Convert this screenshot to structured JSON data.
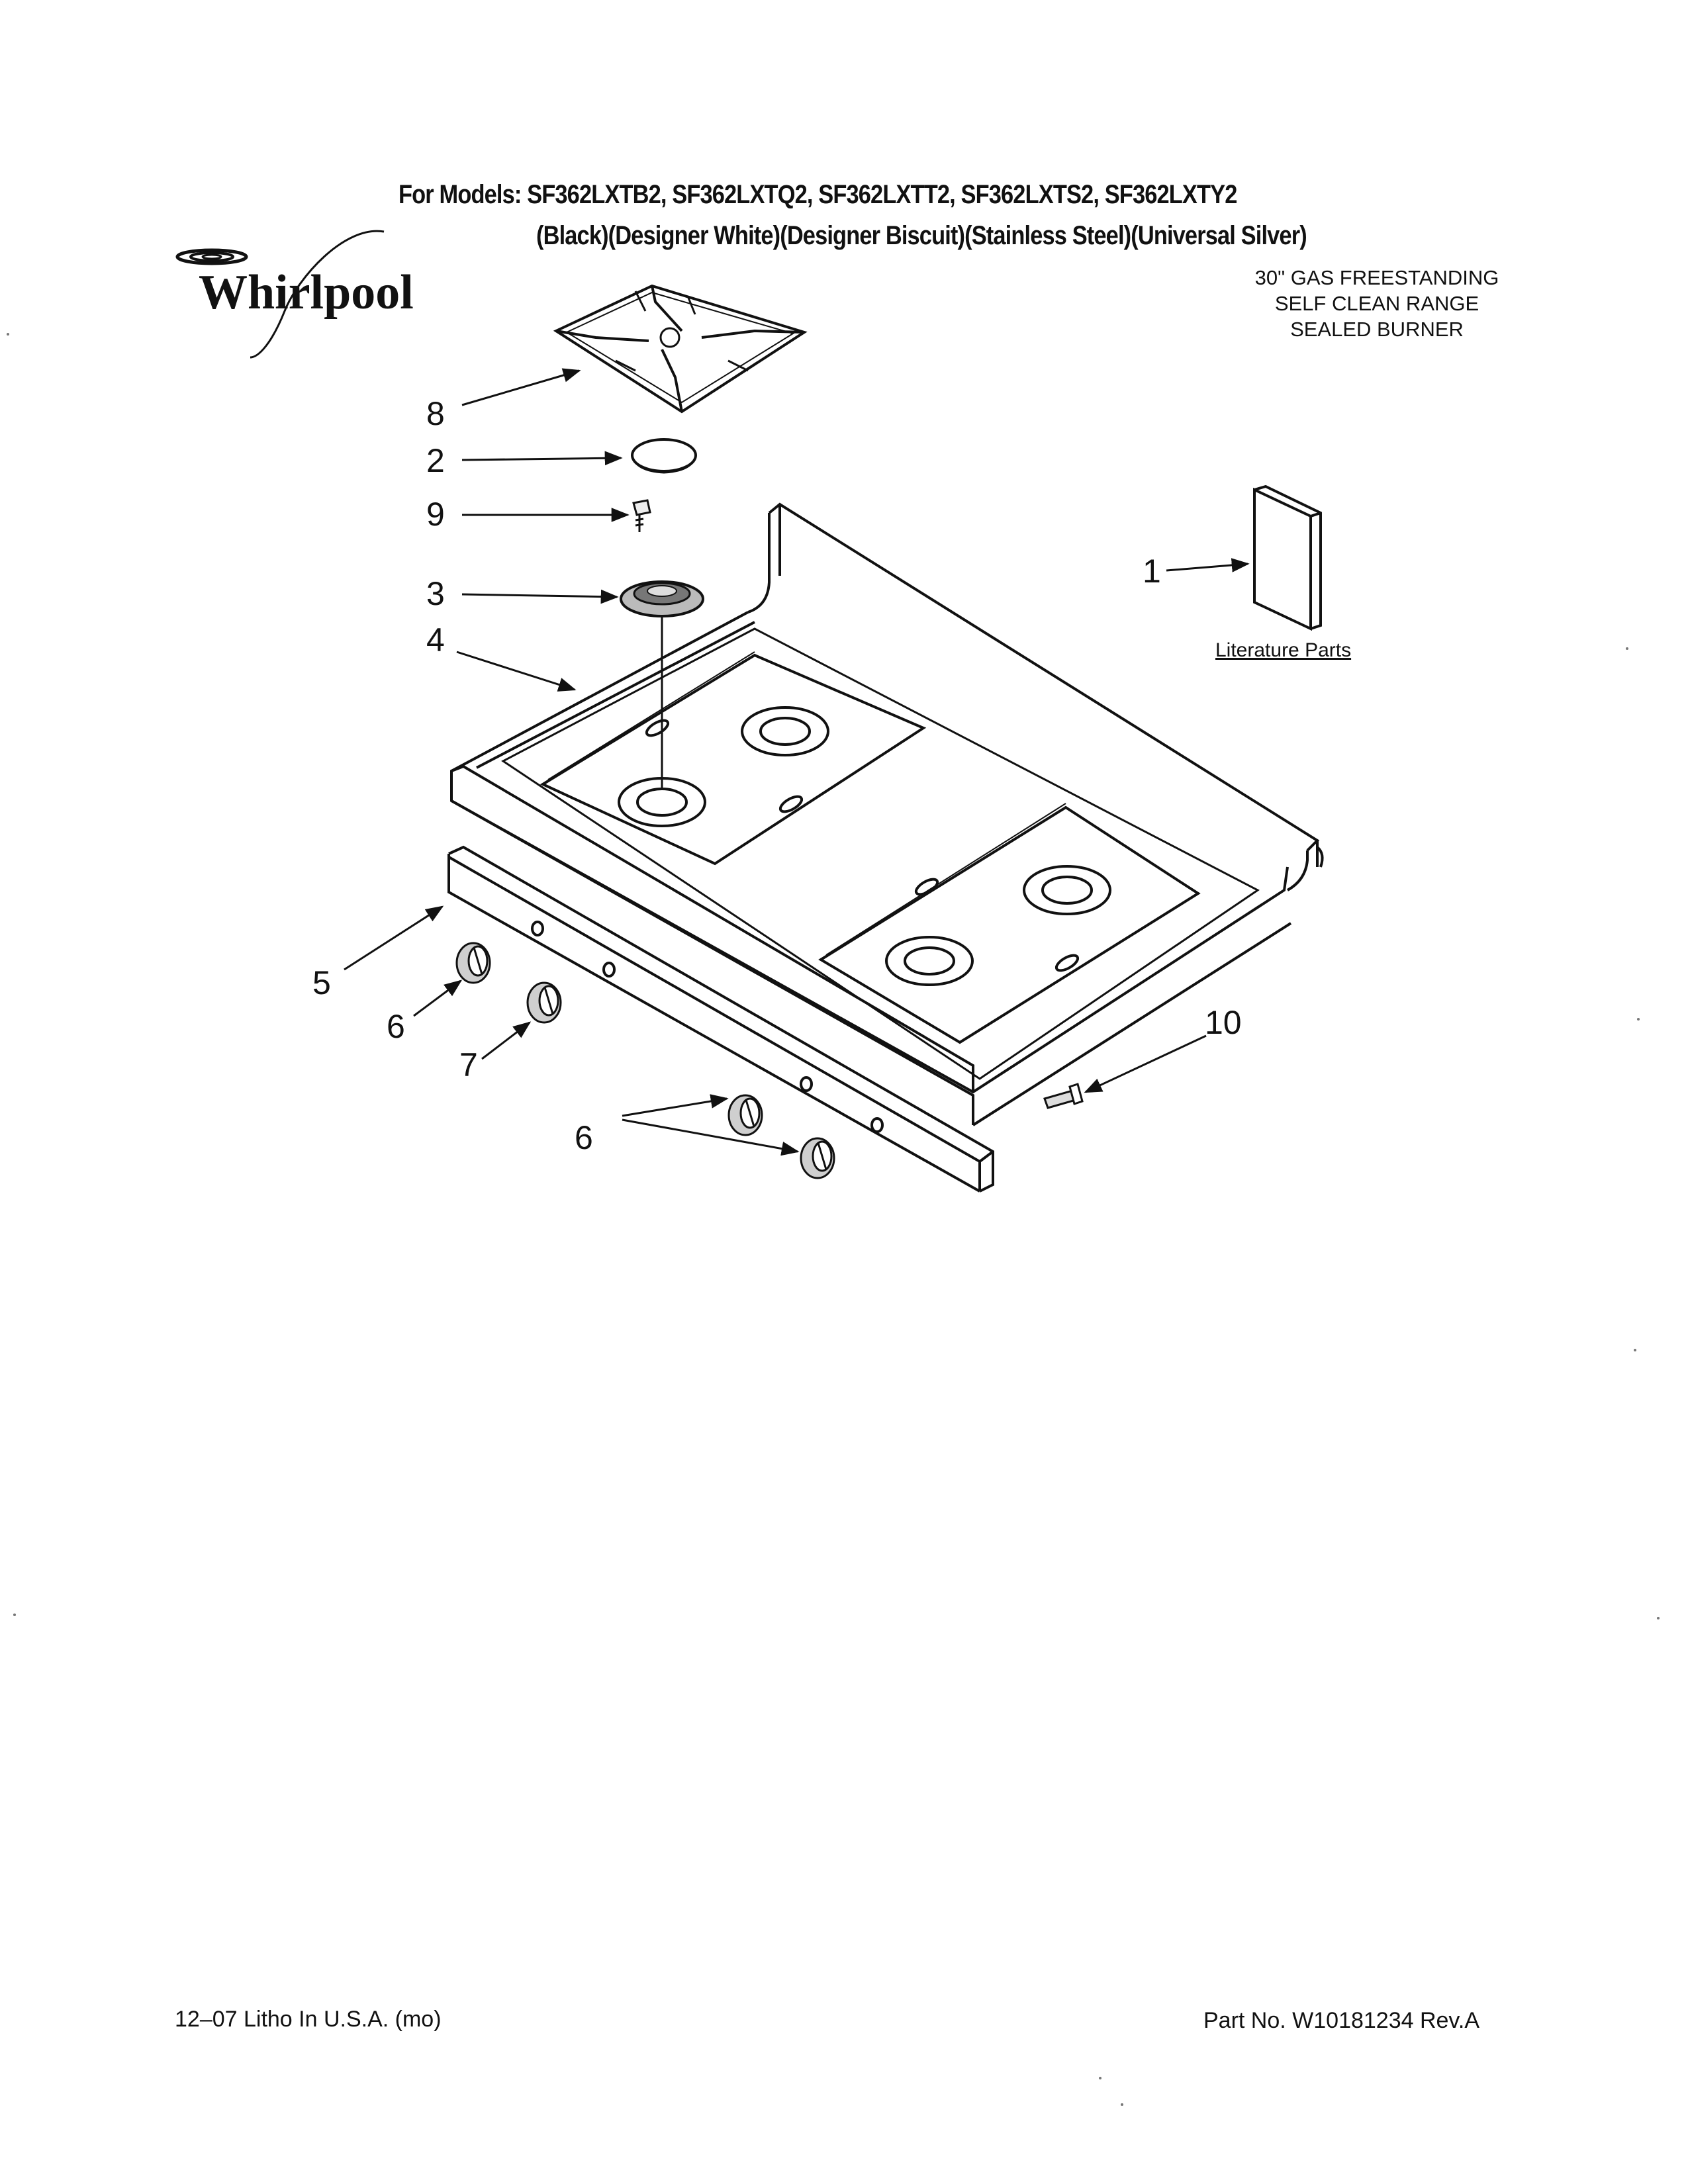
{
  "header": {
    "models_line": "For Models: SF362LXTB2, SF362LXTQ2, SF362LXTT2, SF362LXTS2, SF362LXTY2",
    "colors_line": "(Black)(Designer White)(Designer Biscuit)(Stainless Steel)(Universal Silver)"
  },
  "brand": {
    "logo_text": "Whirlpool"
  },
  "product": {
    "line1": "30\" GAS FREESTANDING",
    "line2": "SELF CLEAN RANGE",
    "line3": "SEALED BURNER"
  },
  "literature": {
    "label": "Literature Parts"
  },
  "callouts": {
    "c1": "1",
    "c2": "2",
    "c3": "3",
    "c4": "4",
    "c5": "5",
    "c6a": "6",
    "c6b": "6",
    "c7": "7",
    "c8": "8",
    "c9": "9",
    "c10": "10"
  },
  "footer": {
    "litho": "12–07 Litho In U.S.A. (mo)",
    "part_no": "Part No. W10181234 Rev.A"
  }
}
